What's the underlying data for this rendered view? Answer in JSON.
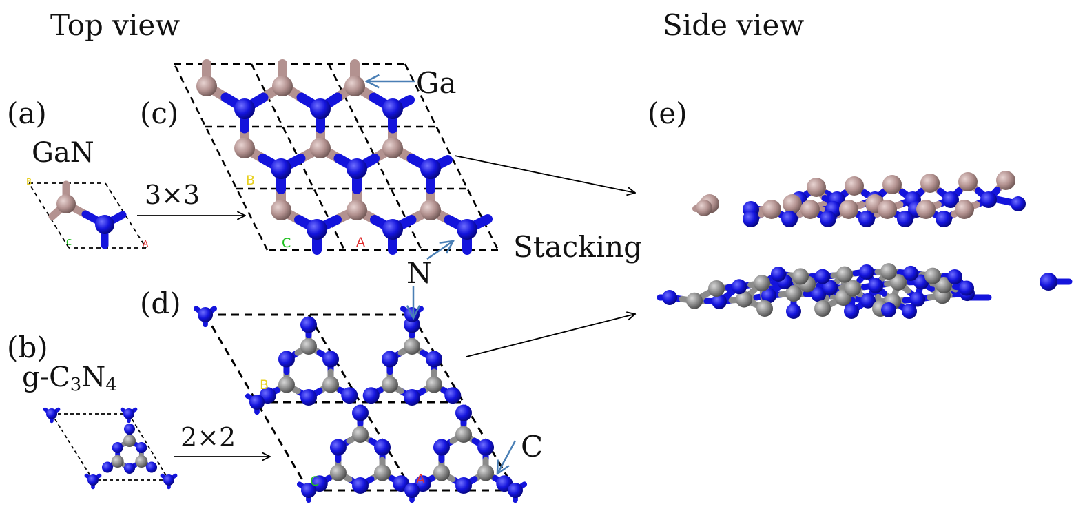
{
  "headings": {
    "top_view": "Top view",
    "side_view": "Side view"
  },
  "panels": {
    "a": "(a)",
    "b": "(b)",
    "c": "(c)",
    "d": "(d)",
    "e": "(e)"
  },
  "materials": {
    "gan": "GaN",
    "gc3n4": {
      "prefix": "g-C",
      "sub1": "3",
      "mid": "N",
      "sub2": "4"
    }
  },
  "supercells": {
    "gan": "3×3",
    "gc3n4": "2×2"
  },
  "atom_labels": {
    "ga": "Ga",
    "n": "N",
    "c": "C",
    "stacking": "Stacking"
  },
  "cell_corner_letters": {
    "a": "A",
    "b": "B",
    "c": "C"
  },
  "colors": {
    "ga": "#b39290",
    "n": "#1414dc",
    "c": "#8b8b8b",
    "bond_ga": "#b39290",
    "pointer": "#4a7fb5",
    "cell_border": "#000000",
    "axis_a": "#e03030",
    "axis_b": "#e8d020",
    "axis_c": "#20c020"
  }
}
